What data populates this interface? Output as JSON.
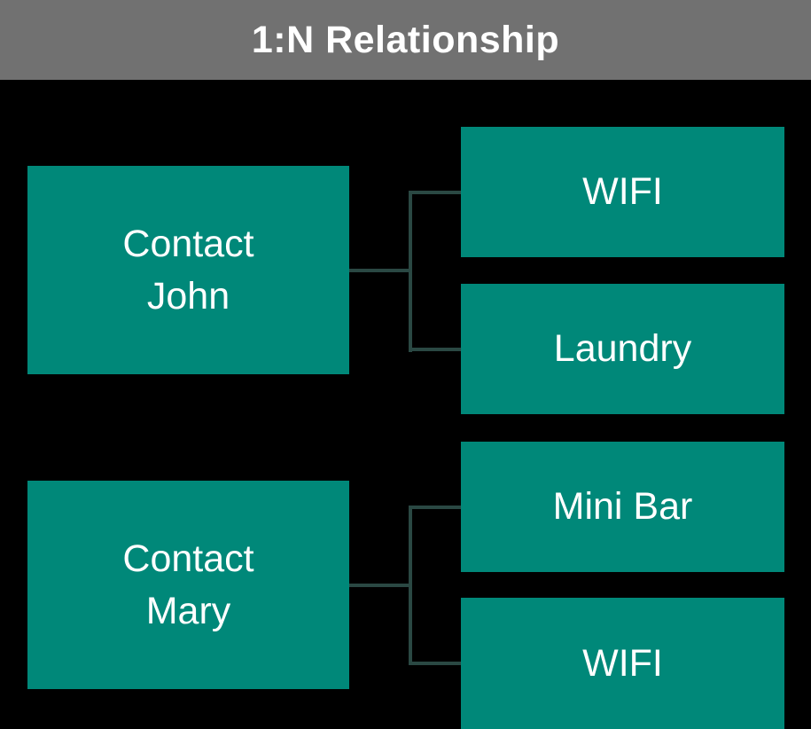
{
  "title": "1:N Relationship",
  "diagram": {
    "groups": [
      {
        "parent": {
          "line1": "Contact",
          "line2": "John"
        },
        "children": [
          {
            "label": "WIFI"
          },
          {
            "label": "Laundry"
          }
        ]
      },
      {
        "parent": {
          "line1": "Contact",
          "line2": "Mary"
        },
        "children": [
          {
            "label": "Mini Bar"
          },
          {
            "label": "WIFI"
          }
        ]
      }
    ]
  },
  "colors": {
    "background": "#000000",
    "header_bg": "#717171",
    "node_fill": "#008879",
    "connector_line": "#2a4843",
    "text": "#ffffff"
  }
}
